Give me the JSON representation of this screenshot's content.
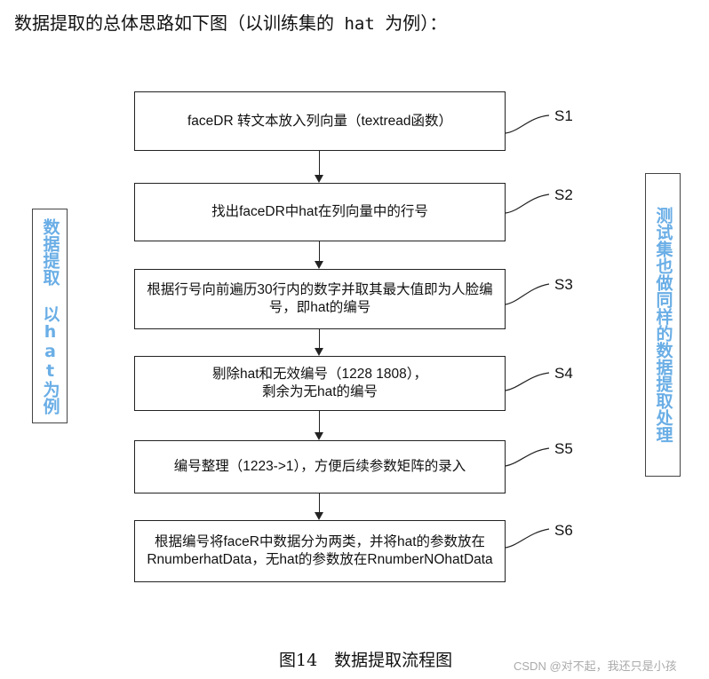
{
  "title_prefix": "数据提取的总体思路如下图（以训练集的",
  "title_code": " hat ",
  "title_suffix": "为例）：",
  "steps": [
    {
      "id": "S1",
      "text": "faceDR 转文本放入列向量（textread函数）"
    },
    {
      "id": "S2",
      "text": "找出faceDR中hat在列向量中的行号"
    },
    {
      "id": "S3",
      "text": "根据行号向前遍历30行内的数字并取其最大值即为人脸编号，即hat的编号"
    },
    {
      "id": "S4",
      "text": "剔除hat和无效编号（1228 1808），剩余为无hat的编号"
    },
    {
      "id": "S5",
      "text": "编号整理（1223->1），方便后续参数矩阵的录入"
    },
    {
      "id": "S6",
      "text": "根据编号将faceR中数据分为两类，并将hat的参数放在RnumberhatData，无hat的参数放在RnumberNOhatData"
    }
  ],
  "left_note": "数据提取 以hat为例",
  "right_note": "测试集也做同样的数据提取处理",
  "caption": "图14　数据提取流程图",
  "watermark": "CSDN @对不起，我还只是小孩",
  "colors": {
    "note_text": "#6aaee6",
    "line": "#222222"
  }
}
